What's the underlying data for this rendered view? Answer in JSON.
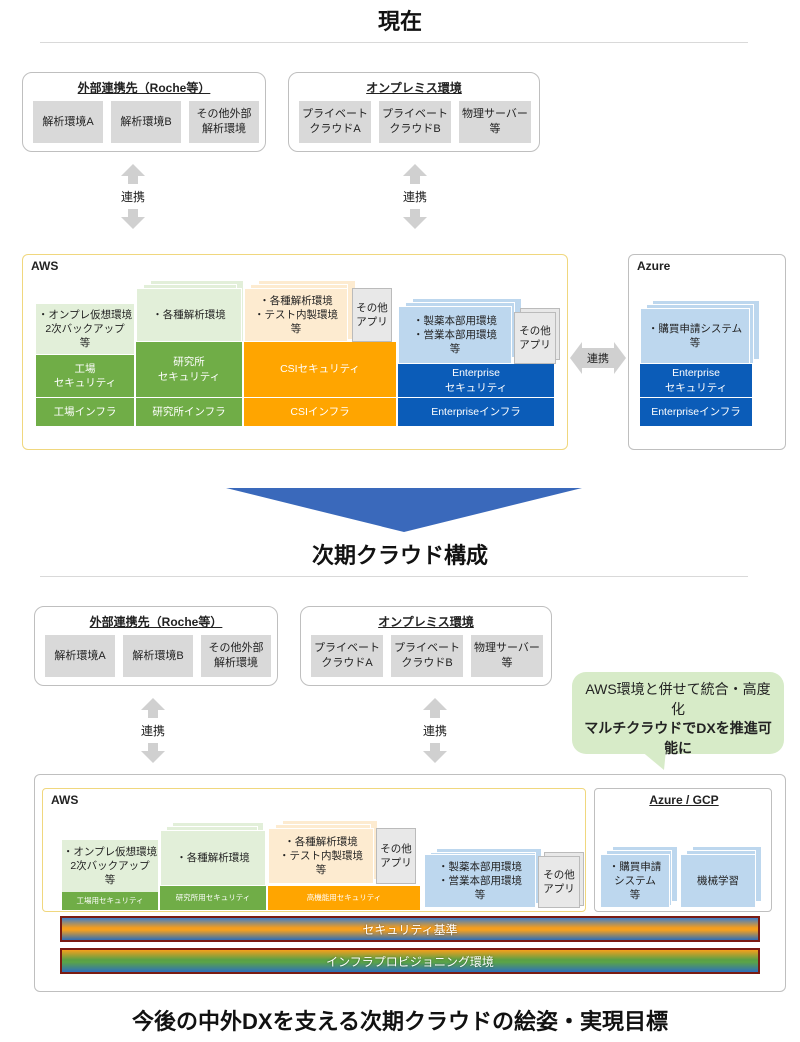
{
  "current": {
    "title": "現在",
    "external": {
      "label": "外部連携先（Roche等）",
      "boxes": [
        "解析環境A",
        "解析環境B",
        "その他外部\n解析環境"
      ]
    },
    "onprem": {
      "label": "オンプレミス環境",
      "boxes": [
        "プライベート\nクラウドA",
        "プライベート\nクラウドB",
        "物理サーバー\n等"
      ]
    },
    "link_label": "連携",
    "aws": {
      "label": "AWS",
      "col1": {
        "top": "・オンプレ仮想環境\n2次バックアップ\n等",
        "security": "工場\nセキュリティ",
        "infra": "工場インフラ"
      },
      "col2": {
        "top": "・各種解析環境",
        "security": "研究所\nセキュリティ",
        "infra": "研究所インフラ"
      },
      "col3": {
        "top": "・各種解析環境\n・テスト内製環境\n等",
        "other": "その他\nアプリ",
        "security": "CSIセキュリティ",
        "infra": "CSIインフラ"
      },
      "col4": {
        "top": "・製薬本部用環境\n・営業本部用環境\n等",
        "other": "その他\nアプリ",
        "security": "Enterprise\nセキュリティ",
        "infra": "Enterpriseインフラ"
      }
    },
    "azure": {
      "label": "Azure",
      "top": "・購買申請システム\n等",
      "security": "Enterprise\nセキュリティ",
      "infra": "Enterpriseインフラ"
    }
  },
  "next": {
    "title": "次期クラウド構成",
    "external": {
      "label": "外部連携先（Roche等）",
      "boxes": [
        "解析環境A",
        "解析環境B",
        "その他外部\n解析環境"
      ]
    },
    "onprem": {
      "label": "オンプレミス環境",
      "boxes": [
        "プライベート\nクラウドA",
        "プライベート\nクラウドB",
        "物理サーバー\n等"
      ]
    },
    "link_label": "連携",
    "bubble": {
      "line1": "AWS環境と併せて統合・高度化",
      "line2": "マルチクラウドでDXを推進可能に"
    },
    "aws": {
      "label": "AWS",
      "col1": {
        "top": "・オンプレ仮想環境\n2次バックアップ\n等",
        "security": "工場用セキュリティ"
      },
      "col2": {
        "top": "・各種解析環境",
        "security": "研究所用セキュリティ"
      },
      "col3": {
        "top": "・各種解析環境\n・テスト内製環境\n等",
        "other": "その他\nアプリ",
        "security": "高機能用セキュリティ"
      },
      "col4": {
        "top": "・製薬本部用環境\n・営業本部用環境\n等",
        "other": "その他\nアプリ"
      }
    },
    "azure": {
      "label": "Azure / GCP",
      "box1": "・購買申請\nシステム\n等",
      "box2": "機械学習"
    },
    "bar_security": "セキュリティ基準",
    "bar_infra": "インフラプロビジョニング環境"
  },
  "footer": "今後の中外DXを支える次期クラウドの絵姿・実現目標",
  "colors": {
    "green_light": "#e2efd9",
    "green": "#70ad47",
    "orange_light": "#fdebd0",
    "orange": "#ffa500",
    "blue_light": "#bdd7ee",
    "blue": "#0b5cb8",
    "navy_arrow": "#3a69bb",
    "aws_border": "#f0d77e"
  }
}
